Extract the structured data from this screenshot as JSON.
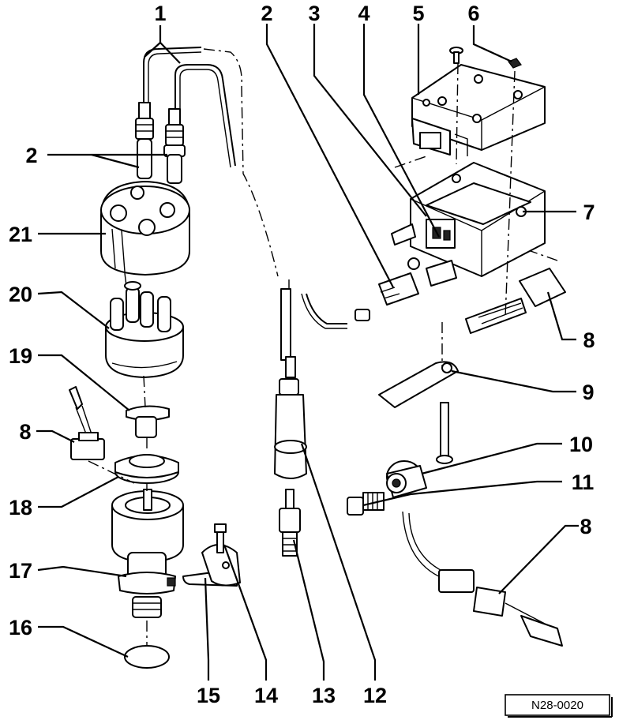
{
  "callouts": {
    "c1": "1",
    "c2a": "2",
    "c2b": "2",
    "c3": "3",
    "c4": "4",
    "c5": "5",
    "c6": "6",
    "c7": "7",
    "c8a": "8",
    "c8b": "8",
    "c8c": "8",
    "c9": "9",
    "c10": "10",
    "c11": "11",
    "c12": "12",
    "c13": "13",
    "c14": "14",
    "c15": "15",
    "c16": "16",
    "c17": "17",
    "c18": "18",
    "c19": "19",
    "c20": "20",
    "c21": "21"
  },
  "reference_code": "N28-0020"
}
